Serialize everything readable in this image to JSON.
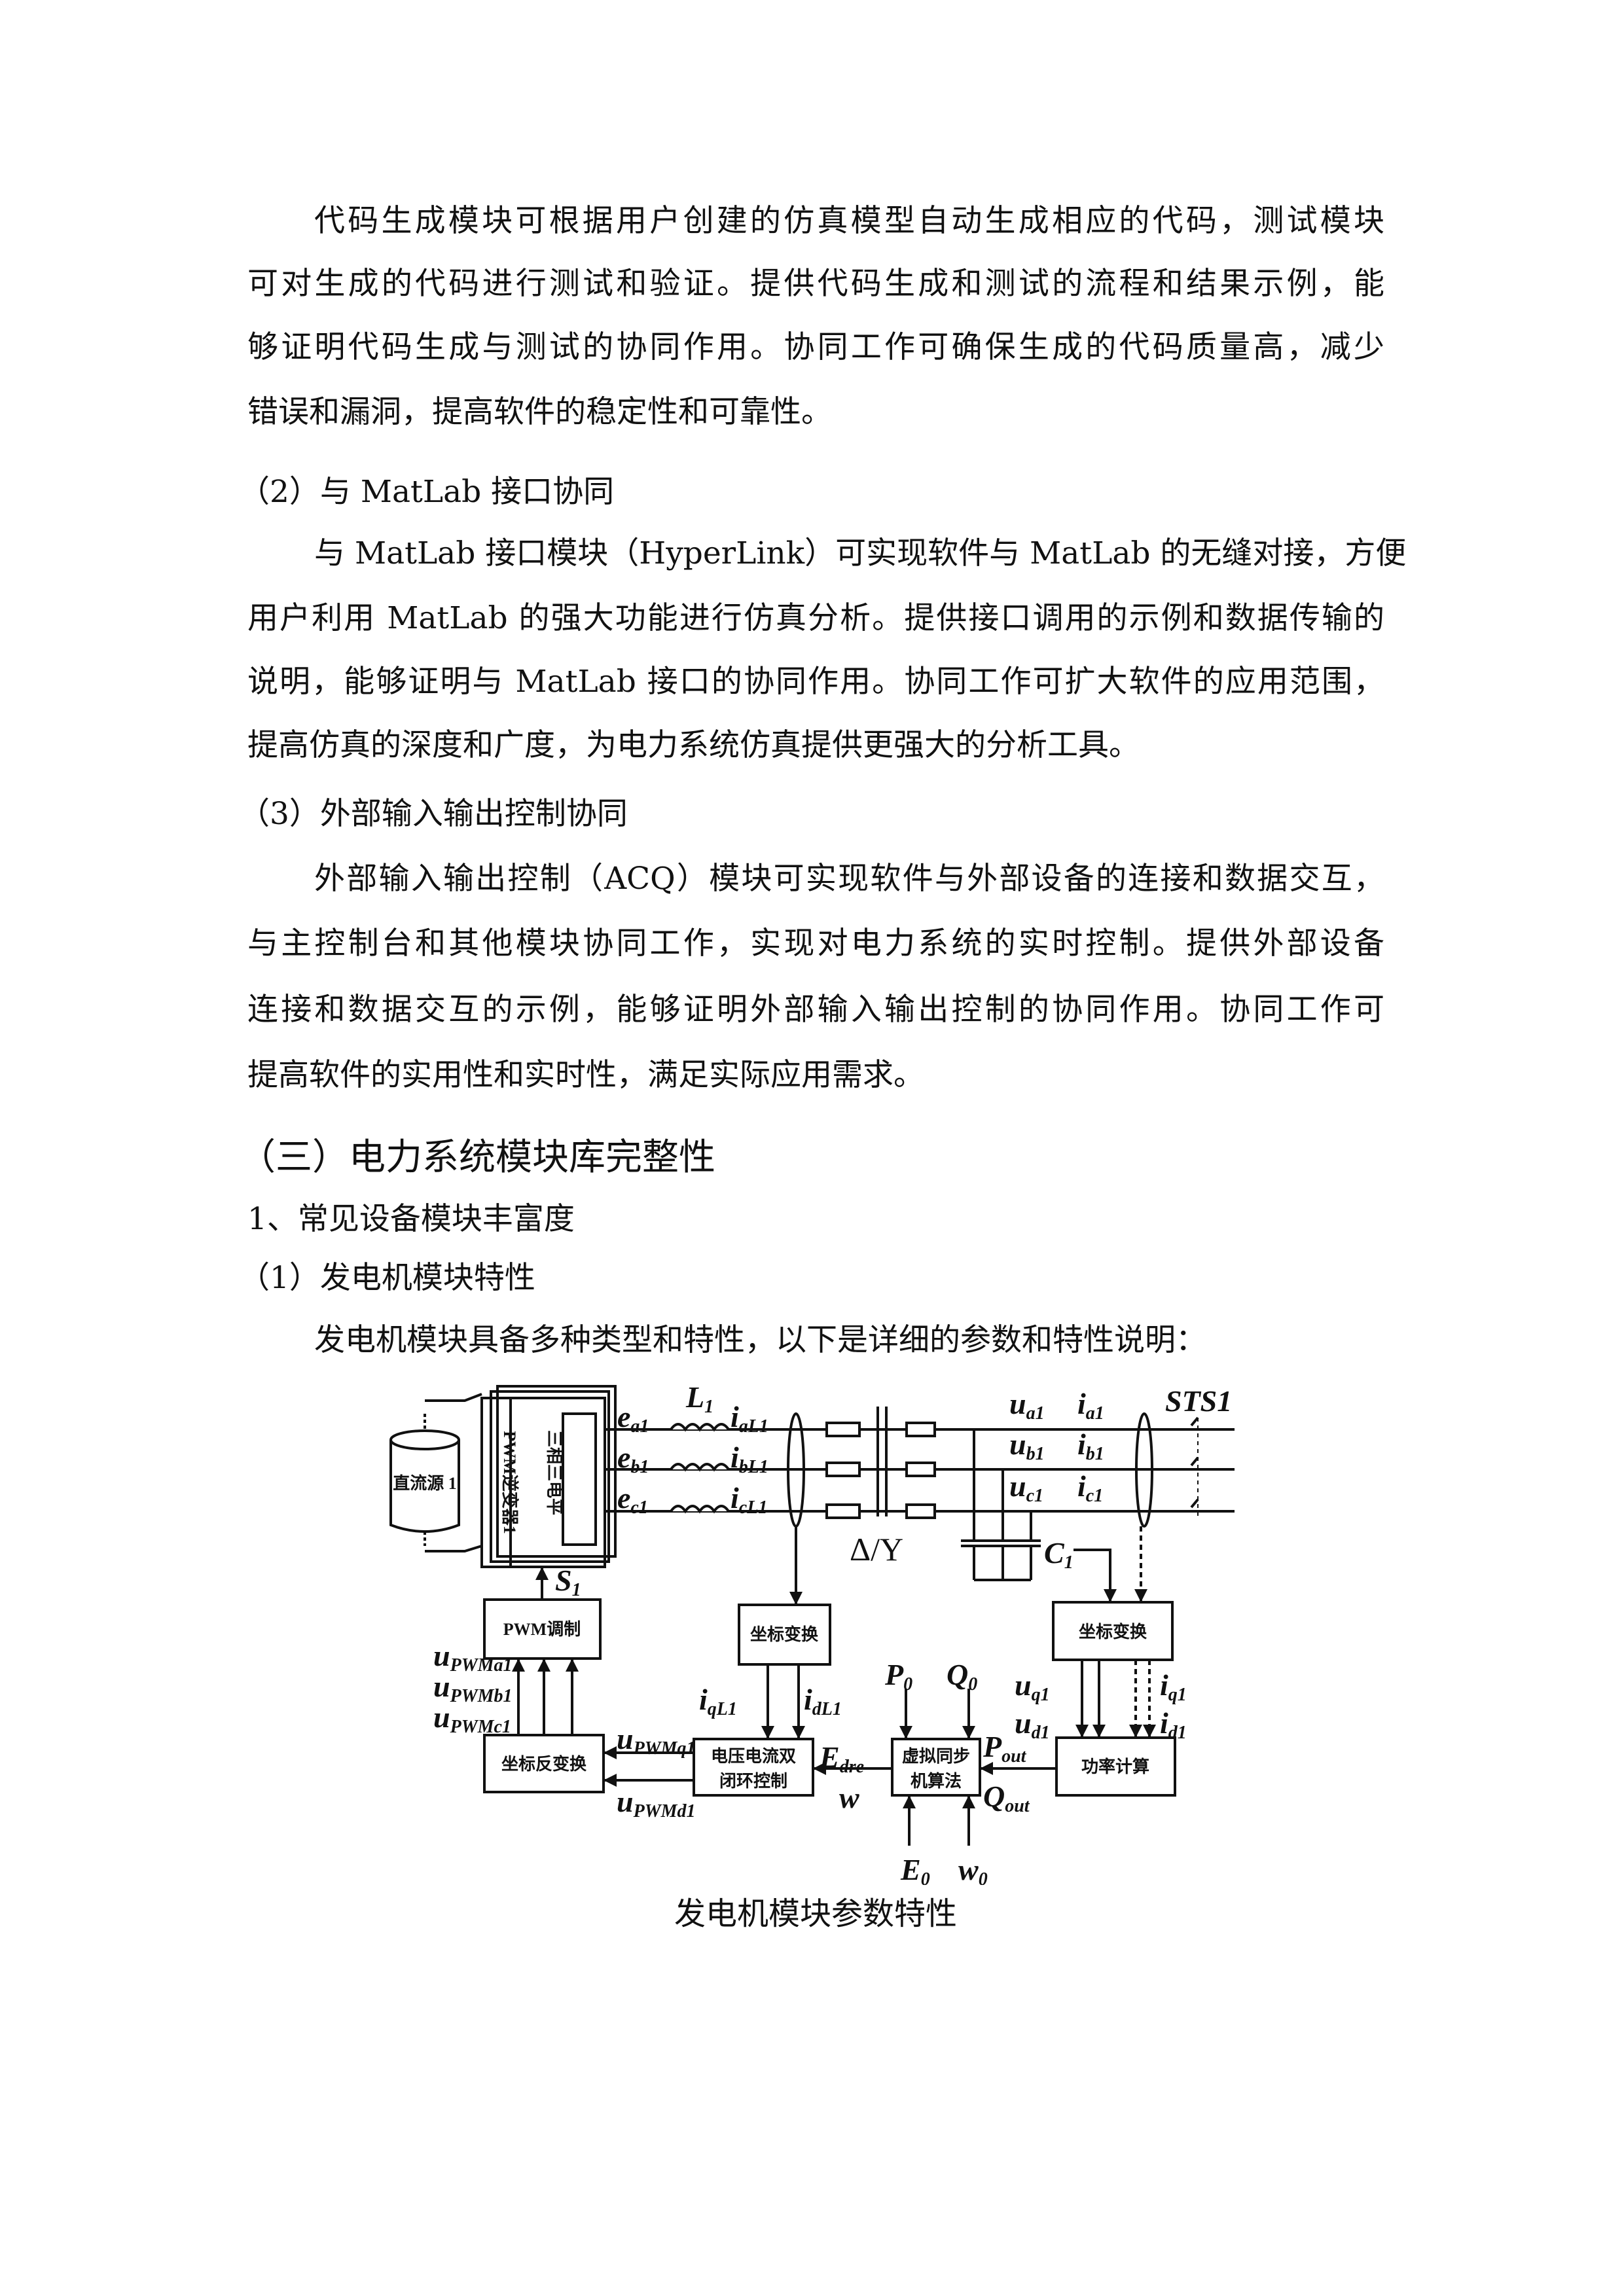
{
  "paragraph1": {
    "lines": [
      "代码生成模块可根据用户创建的仿真模型自动生成相应的代码，测试模块",
      "可对生成的代码进行测试和验证。提供代码生成和测试的流程和结果示例，能",
      "够证明代码生成与测试的协同作用。协同工作可确保生成的代码质量高，减少",
      "错误和漏洞，提高软件的稳定性和可靠性。"
    ]
  },
  "heading_matlab": "（2）与 MatLab 接口协同",
  "paragraph2": {
    "lines": [
      "与 MatLab 接口模块（HyperLink）可实现软件与 MatLab 的无缝对接，方便",
      "用户利用 MatLab 的强大功能进行仿真分析。提供接口调用的示例和数据传输的",
      "说明，能够证明与 MatLab 接口的协同作用。协同工作可扩大软件的应用范围，",
      "提高仿真的深度和广度，为电力系统仿真提供更强大的分析工具。"
    ]
  },
  "heading_io": "（3）外部输入输出控制协同",
  "paragraph3": {
    "lines": [
      "外部输入输出控制（ACQ）模块可实现软件与外部设备的连接和数据交互，",
      "与主控制台和其他模块协同工作，实现对电力系统的实时控制。提供外部设备",
      "连接和数据交互的示例，能够证明外部输入输出控制的协同作用。协同工作可",
      "提高软件的实用性和实时性，满足实际应用需求。"
    ]
  },
  "section_title": "（三）电力系统模块库完整性",
  "subsection_title": "1、常见设备模块丰富度",
  "item_title": "（1）发电机模块特性",
  "paragraph4": "发电机模块具备多种类型和特性，以下是详细的参数和特性说明：",
  "figure": {
    "caption": "发电机模块参数特性",
    "blocks": {
      "dc_source": "直流源 1",
      "inverter": "PWM逆变器1",
      "three_level": "三相三电平",
      "pwm_mod": "PWM调制",
      "coord1": "坐标变换",
      "coord2": "坐标变换",
      "inv_coord": "坐标反变换",
      "dual_loop_1": "电压电流双",
      "dual_loop_2": "闭环控制",
      "vsg_1": "虚拟同步",
      "vsg_2": "机算法",
      "power_calc": "功率计算"
    },
    "labels": {
      "ea1": {
        "base": "e",
        "sub": "a1"
      },
      "eb1": {
        "base": "e",
        "sub": "b1"
      },
      "ec1": {
        "base": "e",
        "sub": "c1"
      },
      "L1": {
        "base": "L",
        "sub": "1"
      },
      "iaL1": {
        "base": "i",
        "sub": "aL1"
      },
      "ibL1": {
        "base": "i",
        "sub": "bL1"
      },
      "icL1": {
        "base": "i",
        "sub": "cL1"
      },
      "ua1": {
        "base": "u",
        "sub": "a1"
      },
      "ub1": {
        "base": "u",
        "sub": "b1"
      },
      "uc1": {
        "base": "u",
        "sub": "c1"
      },
      "ia1": {
        "base": "i",
        "sub": "a1"
      },
      "ib1": {
        "base": "i",
        "sub": "b1"
      },
      "ic1": {
        "base": "i",
        "sub": "c1"
      },
      "sts": "STS1",
      "transformer": "Δ/Y",
      "C1": {
        "base": "C",
        "sub": "1"
      },
      "S1": {
        "base": "S",
        "sub": "1"
      },
      "upwma1": {
        "base": "u",
        "sub": "PWMa1"
      },
      "upwmb1": {
        "base": "u",
        "sub": "PWMb1"
      },
      "upwmc1": {
        "base": "u",
        "sub": "PWMc1"
      },
      "upwmq1": {
        "base": "u",
        "sub": "PWMq1"
      },
      "upwmd1": {
        "base": "u",
        "sub": "PWMd1"
      },
      "iqL1": {
        "base": "i",
        "sub": "qL1"
      },
      "idL1": {
        "base": "i",
        "sub": "dL1"
      },
      "P0": {
        "base": "P",
        "sub": "0"
      },
      "Q0": {
        "base": "Q",
        "sub": "0"
      },
      "uq1": {
        "base": "u",
        "sub": "q1"
      },
      "ud1": {
        "base": "u",
        "sub": "d1"
      },
      "iq1": {
        "base": "i",
        "sub": "q1"
      },
      "id1": {
        "base": "i",
        "sub": "d1"
      },
      "Edre": {
        "base": "E",
        "sub": "dre"
      },
      "w": "w",
      "Pout": {
        "base": "P",
        "sub": "out"
      },
      "Qout": {
        "base": "Q",
        "sub": "out"
      },
      "E0": {
        "base": "E",
        "sub": "0"
      },
      "w0": {
        "base": "w",
        "sub": "0"
      }
    }
  }
}
